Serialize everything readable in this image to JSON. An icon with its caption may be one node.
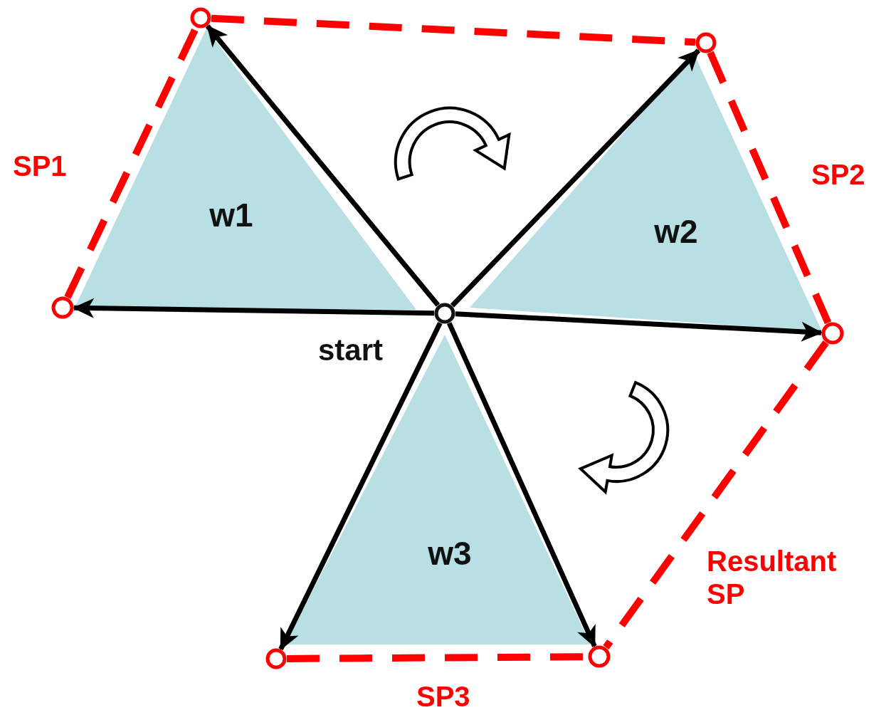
{
  "diagram": {
    "nodes": [
      {
        "text": [
          "w1"
        ]
      },
      {
        "text": [
          "w2"
        ]
      },
      {
        "text": [
          "w3"
        ]
      },
      {
        "text": [],
        "shape": "circle"
      },
      {
        "text": [],
        "shape": "circle"
      },
      {
        "text": [],
        "shape": "circle"
      },
      {
        "text": [],
        "shape": "circle"
      },
      {
        "text": [],
        "shape": "circle"
      },
      {
        "text": [],
        "shape": "circle"
      },
      {
        "text": [],
        "shape": "circle"
      }
    ],
    "edges": [
      {
        "from": 3,
        "to": 6,
        "arrow": "to"
      },
      {
        "from": 3,
        "to": 4,
        "arrow": "to"
      },
      {
        "from": 3,
        "to": 5,
        "arrow": "to"
      },
      {
        "from": 3,
        "to": 7,
        "arrow": "to"
      },
      {
        "from": 3,
        "to": 8,
        "arrow": "to"
      },
      {
        "from": 3,
        "to": 9,
        "arrow": "to"
      },
      {
        "from": 6,
        "to": 4,
        "arrow": "none",
        "label": "SP1",
        "style": "dashed",
        "color": "#ff0000"
      },
      {
        "from": 4,
        "to": 5,
        "arrow": "none",
        "style": "dashed",
        "color": "#ff0000"
      },
      {
        "from": 5,
        "to": 7,
        "arrow": "none",
        "label": "SP2",
        "style": "dashed",
        "color": "#ff0000"
      },
      {
        "from": 7,
        "to": 9,
        "arrow": "none",
        "label": "Resultant SP",
        "style": "dashed",
        "color": "#ff0000"
      },
      {
        "from": 8,
        "to": 9,
        "arrow": "none",
        "label": "SP3",
        "style": "dashed",
        "color": "#ff0000"
      },
      {
        "from": 0,
        "to": 1,
        "arrow": "to",
        "style": "thick"
      },
      {
        "from": 1,
        "to": 2,
        "arrow": "to",
        "style": "thick"
      }
    ],
    "labels": [
      "start"
    ]
  }
}
